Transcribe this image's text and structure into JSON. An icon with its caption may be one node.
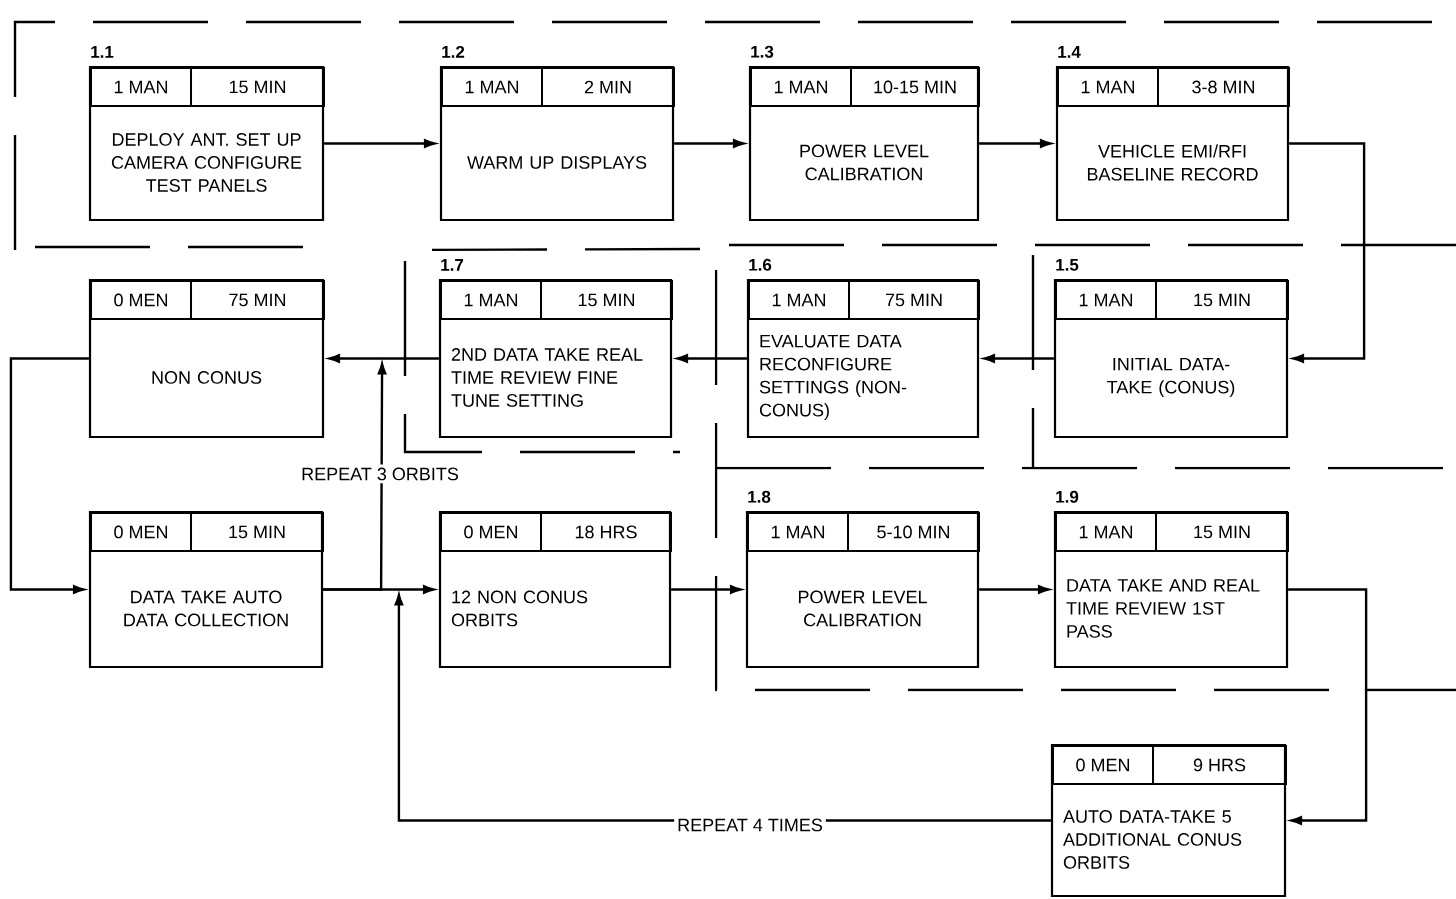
{
  "diagram": {
    "nodes": [
      {
        "text": [
          "1.1",
          "1 MAN",
          "15 MIN",
          "DEPLOY ANT. SET UP CAMERA CONFIGURE TEST PANELS"
        ]
      },
      {
        "text": [
          "1.2",
          "1 MAN",
          "2 MIN",
          "WARM UP DISPLAYS"
        ]
      },
      {
        "text": [
          "1.3",
          "1 MAN",
          "10-15 MIN",
          "POWER LEVEL CALIBRATION"
        ]
      },
      {
        "text": [
          "1.4",
          "1 MAN",
          "3-8 MIN",
          "VEHICLE EMI/RFI BASELINE RECORD"
        ]
      },
      {
        "text": [
          "0 MEN",
          "75 MIN",
          "NON CONUS"
        ]
      },
      {
        "text": [
          "1.7",
          "1 MAN",
          "15 MIN",
          "2ND DATA TAKE REAL TIME REVIEW FINE TUNE SETTING"
        ]
      },
      {
        "text": [
          "1.6",
          "1 MAN",
          "75 MIN",
          "EVALUATE DATA RECONFIGURE SETTINGS (NON-CONUS)"
        ]
      },
      {
        "text": [
          "1.5",
          "1 MAN",
          "15 MIN",
          "INITIAL DATA-TAKE (CONUS)"
        ]
      },
      {
        "text": [
          "0 MEN",
          "15 MIN",
          "DATA TAKE AUTO DATA COLLECTION"
        ]
      },
      {
        "text": [
          "0 MEN",
          "18 HRS",
          "12 NON CONUS ORBITS"
        ]
      },
      {
        "text": [
          "1.8",
          "1 MAN",
          "5-10 MIN",
          "POWER LEVEL CALIBRATION"
        ]
      },
      {
        "text": [
          "1.9",
          "1 MAN",
          "15 MIN",
          "DATA TAKE AND REAL TIME REVIEW 1ST PASS"
        ]
      },
      {
        "text": [
          "0 MEN",
          "9 HRS",
          "AUTO DATA-TAKE 5 ADDITIONAL CONUS ORBITS"
        ]
      }
    ],
    "edges": [
      {
        "from": 0,
        "to": 1,
        "arrow": "to"
      },
      {
        "from": 1,
        "to": 2,
        "arrow": "to"
      },
      {
        "from": 2,
        "to": 3,
        "arrow": "to"
      },
      {
        "from": 3,
        "to": 7,
        "arrow": "to"
      },
      {
        "from": 7,
        "to": 6,
        "arrow": "to"
      },
      {
        "from": 6,
        "to": 5,
        "arrow": "to"
      },
      {
        "from": 5,
        "to": 4,
        "arrow": "to"
      },
      {
        "from": 4,
        "to": 8,
        "arrow": "to"
      },
      {
        "from": 8,
        "to": 9,
        "arrow": "to"
      },
      {
        "from": 8,
        "to": 4,
        "arrow": "to",
        "label": "REPEAT 3 ORBITS"
      },
      {
        "from": 9,
        "to": 10,
        "arrow": "to"
      },
      {
        "from": 10,
        "to": 11,
        "arrow": "to"
      },
      {
        "from": 11,
        "to": 12,
        "arrow": "to"
      },
      {
        "from": 12,
        "to": 9,
        "arrow": "to",
        "label": "REPEAT 4 TIMES"
      }
    ]
  }
}
